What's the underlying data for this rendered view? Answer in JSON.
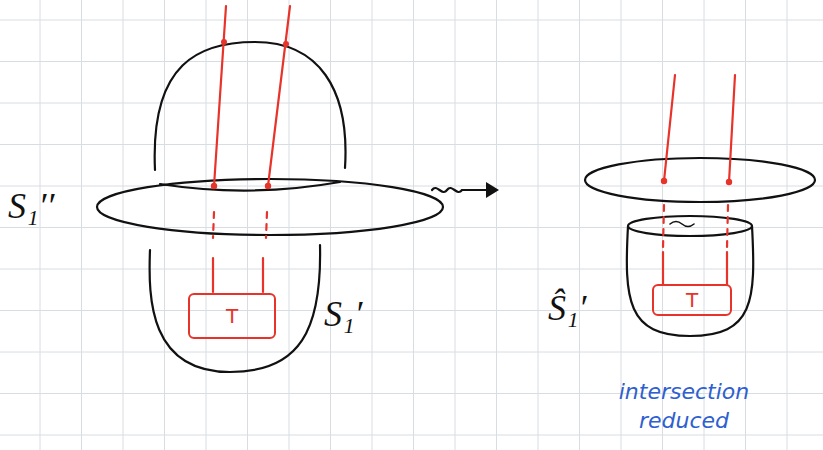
{
  "diagram": {
    "nodes": [
      {
        "text": [
          "T"
        ]
      },
      {
        "text": [
          "T"
        ]
      }
    ],
    "labels": [
      "S₁′′",
      "S₁′",
      "Ŝ₁′",
      "intersection reduced"
    ]
  }
}
